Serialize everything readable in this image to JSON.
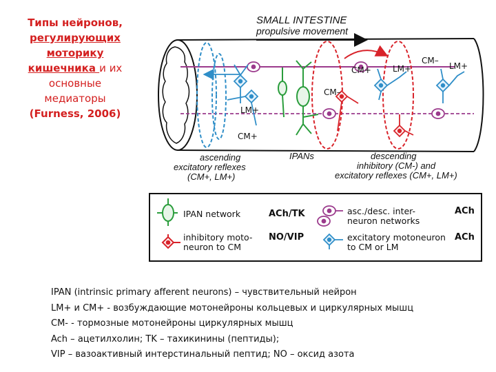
{
  "title": {
    "line1": "Типы нейронов,",
    "line2": "регулирующих",
    "line3": "моторику",
    "line4_underlined": "кишечника ",
    "line4_rest": "и их",
    "line5": "основные",
    "line6": "медиаторы",
    "line7": "(Furness, 2006)"
  },
  "diagram": {
    "header_line1": "SMALL INTESTINE",
    "header_line2": "propulsive movement",
    "label_ascending_1": "ascending",
    "label_ascending_2": "excitatory reflexes",
    "label_ascending_3": "(CM+, LM+)",
    "label_ipans": "IPANs",
    "label_descending_1": "descending",
    "label_descending_2": "inhibitory (CM-) and",
    "label_descending_3": "excitatory reflexes (CM+, LM+)",
    "lm_plus_left": "LM+",
    "cm_plus_left": "CM+",
    "cm_minus_mid": "CM–",
    "cm_plus_right": "CM+",
    "lm_plus_right1": "LM+",
    "cm_minus_right": "CM–",
    "lm_plus_right2": "LM+",
    "colors": {
      "excitatory": "#2f8ec8",
      "inhibitory": "#d8232a",
      "ipan": "#2a9d3c",
      "interneuron": "#9b3a8c"
    }
  },
  "legend": {
    "ipan_label": "IPAN network",
    "ipan_mediator": "ACh/TK",
    "inhib_label_1": "inhibitory moto-",
    "inhib_label_2": "neuron to CM",
    "inhib_mediator": "NO/VIP",
    "inter_label_1": "asc./desc. inter-",
    "inter_label_2": "neuron networks",
    "inter_mediator": "ACh",
    "excit_label_1": "excitatory motoneuron",
    "excit_label_2": "to CM or LM",
    "excit_mediator": "ACh"
  },
  "notes": [
    "IPAN (intrinsic primary afferent neurons) – чувствительный нейрон",
    "LM+ и CM+ - возбуждающие мотонейроны кольцевых и циркулярных мышц",
    "CM- - тормозные мотонейроны циркулярных мышц",
    "Ach – ацетилхолин; TK – тахикинины (пептиды);",
    "VIP – вазоактивный интерстинальный пептид; NO – оксид азота"
  ]
}
